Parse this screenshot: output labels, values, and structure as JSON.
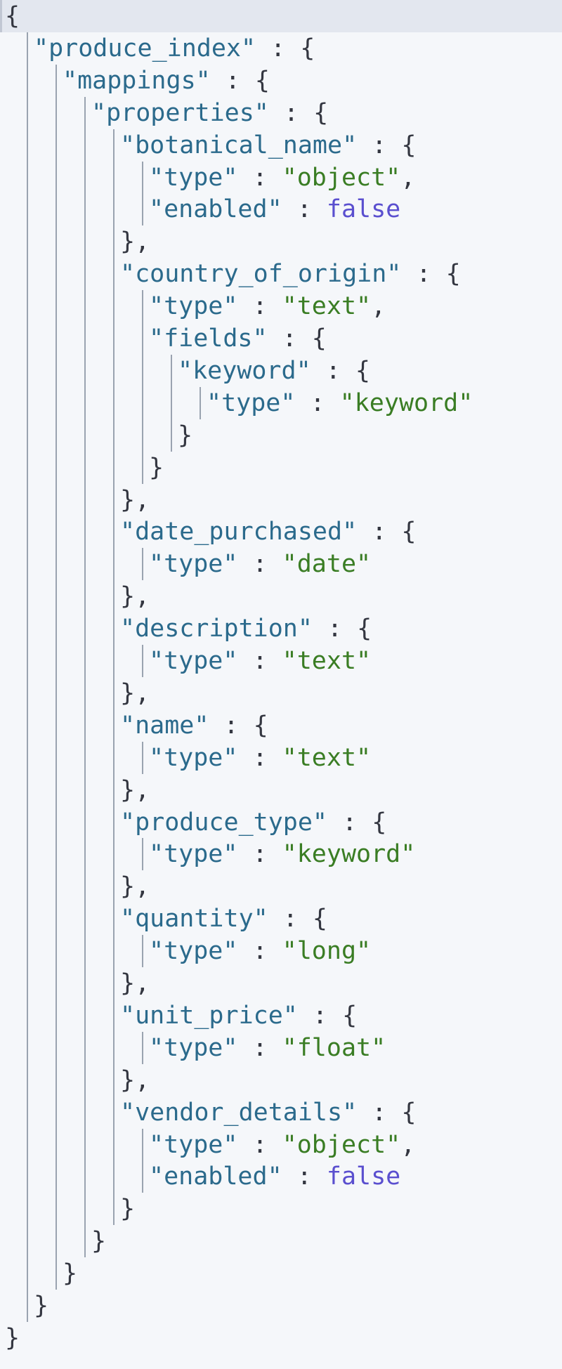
{
  "editor": {
    "lines": [
      {
        "indent": 0,
        "tokens": [
          {
            "t": "pun",
            "v": "{"
          }
        ]
      },
      {
        "indent": 1,
        "tokens": [
          {
            "t": "key",
            "v": "\"produce_index\""
          },
          {
            "t": "pun",
            "v": " : {"
          }
        ]
      },
      {
        "indent": 2,
        "tokens": [
          {
            "t": "key",
            "v": "\"mappings\""
          },
          {
            "t": "pun",
            "v": " : {"
          }
        ]
      },
      {
        "indent": 3,
        "tokens": [
          {
            "t": "key",
            "v": "\"properties\""
          },
          {
            "t": "pun",
            "v": " : {"
          }
        ]
      },
      {
        "indent": 4,
        "tokens": [
          {
            "t": "key",
            "v": "\"botanical_name\""
          },
          {
            "t": "pun",
            "v": " : {"
          }
        ]
      },
      {
        "indent": 5,
        "tokens": [
          {
            "t": "key",
            "v": "\"type\""
          },
          {
            "t": "pun",
            "v": " : "
          },
          {
            "t": "str",
            "v": "\"object\""
          },
          {
            "t": "pun",
            "v": ","
          }
        ]
      },
      {
        "indent": 5,
        "tokens": [
          {
            "t": "key",
            "v": "\"enabled\""
          },
          {
            "t": "pun",
            "v": " : "
          },
          {
            "t": "kw",
            "v": "false"
          }
        ]
      },
      {
        "indent": 4,
        "tokens": [
          {
            "t": "pun",
            "v": "},"
          }
        ]
      },
      {
        "indent": 4,
        "tokens": [
          {
            "t": "key",
            "v": "\"country_of_origin\""
          },
          {
            "t": "pun",
            "v": " : {"
          }
        ]
      },
      {
        "indent": 5,
        "tokens": [
          {
            "t": "key",
            "v": "\"type\""
          },
          {
            "t": "pun",
            "v": " : "
          },
          {
            "t": "str",
            "v": "\"text\""
          },
          {
            "t": "pun",
            "v": ","
          }
        ]
      },
      {
        "indent": 5,
        "tokens": [
          {
            "t": "key",
            "v": "\"fields\""
          },
          {
            "t": "pun",
            "v": " : {"
          }
        ]
      },
      {
        "indent": 6,
        "tokens": [
          {
            "t": "key",
            "v": "\"keyword\""
          },
          {
            "t": "pun",
            "v": " : {"
          }
        ]
      },
      {
        "indent": 7,
        "tokens": [
          {
            "t": "key",
            "v": "\"type\""
          },
          {
            "t": "pun",
            "v": " : "
          },
          {
            "t": "str",
            "v": "\"keyword\""
          }
        ]
      },
      {
        "indent": 6,
        "tokens": [
          {
            "t": "pun",
            "v": "}"
          }
        ]
      },
      {
        "indent": 5,
        "tokens": [
          {
            "t": "pun",
            "v": "}"
          }
        ]
      },
      {
        "indent": 4,
        "tokens": [
          {
            "t": "pun",
            "v": "},"
          }
        ]
      },
      {
        "indent": 4,
        "tokens": [
          {
            "t": "key",
            "v": "\"date_purchased\""
          },
          {
            "t": "pun",
            "v": " : {"
          }
        ]
      },
      {
        "indent": 5,
        "tokens": [
          {
            "t": "key",
            "v": "\"type\""
          },
          {
            "t": "pun",
            "v": " : "
          },
          {
            "t": "str",
            "v": "\"date\""
          }
        ]
      },
      {
        "indent": 4,
        "tokens": [
          {
            "t": "pun",
            "v": "},"
          }
        ]
      },
      {
        "indent": 4,
        "tokens": [
          {
            "t": "key",
            "v": "\"description\""
          },
          {
            "t": "pun",
            "v": " : {"
          }
        ]
      },
      {
        "indent": 5,
        "tokens": [
          {
            "t": "key",
            "v": "\"type\""
          },
          {
            "t": "pun",
            "v": " : "
          },
          {
            "t": "str",
            "v": "\"text\""
          }
        ]
      },
      {
        "indent": 4,
        "tokens": [
          {
            "t": "pun",
            "v": "},"
          }
        ]
      },
      {
        "indent": 4,
        "tokens": [
          {
            "t": "key",
            "v": "\"name\""
          },
          {
            "t": "pun",
            "v": " : {"
          }
        ]
      },
      {
        "indent": 5,
        "tokens": [
          {
            "t": "key",
            "v": "\"type\""
          },
          {
            "t": "pun",
            "v": " : "
          },
          {
            "t": "str",
            "v": "\"text\""
          }
        ]
      },
      {
        "indent": 4,
        "tokens": [
          {
            "t": "pun",
            "v": "},"
          }
        ]
      },
      {
        "indent": 4,
        "tokens": [
          {
            "t": "key",
            "v": "\"produce_type\""
          },
          {
            "t": "pun",
            "v": " : {"
          }
        ]
      },
      {
        "indent": 5,
        "tokens": [
          {
            "t": "key",
            "v": "\"type\""
          },
          {
            "t": "pun",
            "v": " : "
          },
          {
            "t": "str",
            "v": "\"keyword\""
          }
        ]
      },
      {
        "indent": 4,
        "tokens": [
          {
            "t": "pun",
            "v": "},"
          }
        ]
      },
      {
        "indent": 4,
        "tokens": [
          {
            "t": "key",
            "v": "\"quantity\""
          },
          {
            "t": "pun",
            "v": " : {"
          }
        ]
      },
      {
        "indent": 5,
        "tokens": [
          {
            "t": "key",
            "v": "\"type\""
          },
          {
            "t": "pun",
            "v": " : "
          },
          {
            "t": "str",
            "v": "\"long\""
          }
        ]
      },
      {
        "indent": 4,
        "tokens": [
          {
            "t": "pun",
            "v": "},"
          }
        ]
      },
      {
        "indent": 4,
        "tokens": [
          {
            "t": "key",
            "v": "\"unit_price\""
          },
          {
            "t": "pun",
            "v": " : {"
          }
        ]
      },
      {
        "indent": 5,
        "tokens": [
          {
            "t": "key",
            "v": "\"type\""
          },
          {
            "t": "pun",
            "v": " : "
          },
          {
            "t": "str",
            "v": "\"float\""
          }
        ]
      },
      {
        "indent": 4,
        "tokens": [
          {
            "t": "pun",
            "v": "},"
          }
        ]
      },
      {
        "indent": 4,
        "tokens": [
          {
            "t": "key",
            "v": "\"vendor_details\""
          },
          {
            "t": "pun",
            "v": " : {"
          }
        ]
      },
      {
        "indent": 5,
        "tokens": [
          {
            "t": "key",
            "v": "\"type\""
          },
          {
            "t": "pun",
            "v": " : "
          },
          {
            "t": "str",
            "v": "\"object\""
          },
          {
            "t": "pun",
            "v": ","
          }
        ]
      },
      {
        "indent": 5,
        "tokens": [
          {
            "t": "key",
            "v": "\"enabled\""
          },
          {
            "t": "pun",
            "v": " : "
          },
          {
            "t": "kw",
            "v": "false"
          }
        ]
      },
      {
        "indent": 4,
        "tokens": [
          {
            "t": "pun",
            "v": "}"
          }
        ]
      },
      {
        "indent": 3,
        "tokens": [
          {
            "t": "pun",
            "v": "}"
          }
        ]
      },
      {
        "indent": 2,
        "tokens": [
          {
            "t": "pun",
            "v": "}"
          }
        ]
      },
      {
        "indent": 1,
        "tokens": [
          {
            "t": "pun",
            "v": "}"
          }
        ]
      },
      {
        "indent": 0,
        "tokens": [
          {
            "t": "pun",
            "v": "}"
          }
        ]
      }
    ]
  },
  "colors": {
    "background": "#f5f7fa",
    "active_line": "#e3e7ef",
    "key": "#2b6a8c",
    "string": "#3a7d24",
    "keyword": "#5a4fcf",
    "punctuation": "#343741",
    "indent_guide": "#9aa3b0"
  }
}
